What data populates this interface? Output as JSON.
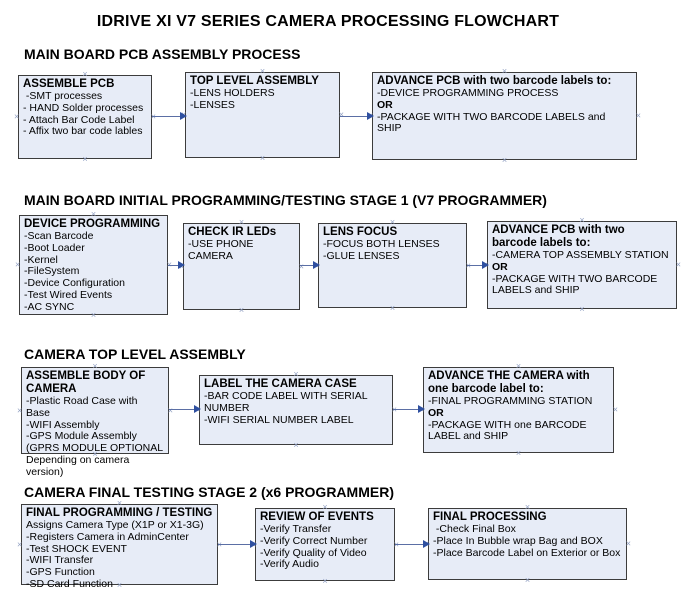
{
  "title": "IDRIVE XI V7 SERIES CAMERA PROCESSING FLOWCHART",
  "colors": {
    "box_fill": "#e7ecf7",
    "box_border": "#3c3c3c",
    "arrow_line": "#5b6fa5",
    "arrow_head": "#2f50a0",
    "handle": "#93a2c4"
  },
  "icons": {
    "connector_handle": "×"
  },
  "sections": [
    {
      "heading": "MAIN BOARD PCB ASSEMBLY PROCESS",
      "boxes": [
        {
          "title": "ASSEMBLE PCB",
          "items": [
            " -SMT processes",
            "- HAND Solder processes",
            "- Attach Bar Code Label",
            "- Affix two bar code lables"
          ]
        },
        {
          "title": "TOP LEVEL ASSEMBLY",
          "items": [
            "-LENS HOLDERS",
            "-LENSES"
          ]
        },
        {
          "title": "ADVANCE PCB with two barcode labels to:",
          "items": [
            "-DEVICE PROGRAMMING PROCESS",
            "OR",
            "-PACKAGE WITH TWO BARCODE LABELS and SHIP"
          ]
        }
      ]
    },
    {
      "heading": "MAIN BOARD INITIAL PROGRAMMING/TESTING STAGE 1 (V7 PROGRAMMER)",
      "boxes": [
        {
          "title": "DEVICE PROGRAMMING",
          "items": [
            "-Scan Barcode",
            "-Boot Loader",
            "-Kernel",
            "-FileSystem",
            "-Device Configuration",
            "-Test Wired Events",
            "-AC SYNC"
          ]
        },
        {
          "title": "CHECK IR LEDs",
          "items": [
            "-USE PHONE CAMERA"
          ]
        },
        {
          "title": "LENS FOCUS",
          "items": [
            "-FOCUS BOTH LENSES",
            "-GLUE LENSES"
          ]
        },
        {
          "title": "ADVANCE PCB with two barcode labels to:",
          "items": [
            "-CAMERA TOP ASSEMBLY STATION",
            "OR",
            "-PACKAGE WITH TWO BARCODE LABELS and SHIP"
          ]
        }
      ]
    },
    {
      "heading": "CAMERA TOP LEVEL ASSEMBLY",
      "boxes": [
        {
          "title": "ASSEMBLE BODY OF CAMERA",
          "items": [
            "-Plastic Road Case with Base",
            "-WIFI Assembly",
            "-GPS Module Assembly",
            "(GPRS MODULE OPTIONAL",
            "Depending on camera version)"
          ]
        },
        {
          "title": "LABEL THE CAMERA CASE",
          "items": [
            "-BAR CODE LABEL WITH SERIAL NUMBER",
            "-WIFI SERIAL NUMBER LABEL"
          ]
        },
        {
          "title": "ADVANCE THE CAMERA with one barcode label to:",
          "items": [
            "-FINAL PROGRAMMING STATION",
            "OR",
            "-PACKAGE WITH one BARCODE LABEL and SHIP"
          ]
        }
      ]
    },
    {
      "heading": "CAMERA FINAL TESTING STAGE 2 (x6 PROGRAMMER)",
      "boxes": [
        {
          "title": "FINAL PROGRAMMING / TESTING",
          "items": [
            "Assigns Camera Type (X1P or X1-3G)",
            "-Registers Camera in AdminCenter",
            "-Test SHOCK EVENT",
            "-WIFI Transfer",
            "-GPS Function",
            "-SD Card Function"
          ]
        },
        {
          "title": "REVIEW OF EVENTS",
          "items": [
            "-Verify Transfer",
            "-Verify Correct Number",
            "-Verify Quality of Video",
            "-Verify Audio"
          ]
        },
        {
          "title": "FINAL PROCESSING",
          "items": [
            " -Check Final Box",
            "-Place In Bubble wrap Bag and BOX",
            "-Place Barcode Label on Exterior or Box"
          ]
        }
      ]
    }
  ]
}
